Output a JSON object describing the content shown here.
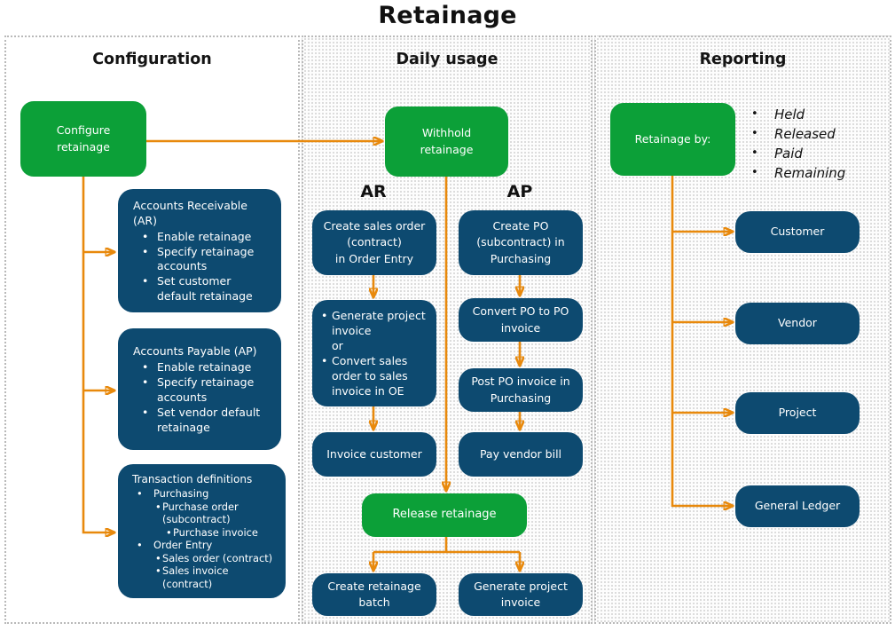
{
  "title": "Retainage",
  "colors": {
    "green": "#0CA038",
    "navy": "#0D4A70",
    "orange": "#E8890C"
  },
  "config": {
    "header": "Configuration",
    "start": "Configure\nretainage",
    "ar": {
      "title": "Accounts Receivable (AR)",
      "items": [
        "Enable retainage",
        "Specify retainage accounts",
        "Set customer default retainage"
      ]
    },
    "ap": {
      "title": "Accounts Payable (AP)",
      "items": [
        "Enable retainage",
        "Specify retainage accounts",
        "Set vendor default retainage"
      ]
    },
    "tx": {
      "title": "Transaction definitions",
      "items": [
        {
          "text": "Purchasing",
          "level": 1
        },
        {
          "text": "Purchase order (subcontract)",
          "level": 2
        },
        {
          "text": "Purchase invoice",
          "level": 3
        },
        {
          "text": "Order Entry",
          "level": 1
        },
        {
          "text": "Sales order (contract)",
          "level": 2
        },
        {
          "text": "Sales invoice (contract)",
          "level": 2
        }
      ]
    }
  },
  "daily": {
    "header": "Daily usage",
    "start": "Withhold\nretainage",
    "ar_label": "AR",
    "ap_label": "AP",
    "ar_step1": "Create sales order\n(contract)\nin Order Entry",
    "ar_step2": {
      "bullet1": "Generate project invoice",
      "or": "or",
      "bullet2": "Convert sales order to sales invoice in OE"
    },
    "ar_step3": "Invoice customer",
    "ap_step1": "Create PO\n(subcontract) in\nPurchasing",
    "ap_step2": "Convert PO to PO\ninvoice",
    "ap_step3": "Post PO invoice in\nPurchasing",
    "ap_step4": "Pay vendor bill",
    "release": "Release retainage",
    "out_left": "Create retainage\nbatch",
    "out_right": "Generate project\ninvoice"
  },
  "reporting": {
    "header": "Reporting",
    "start": "Retainage by:",
    "bullets": [
      "Held",
      "Released",
      "Paid",
      "Remaining"
    ],
    "targets": [
      "Customer",
      "Vendor",
      "Project",
      "General Ledger"
    ]
  }
}
